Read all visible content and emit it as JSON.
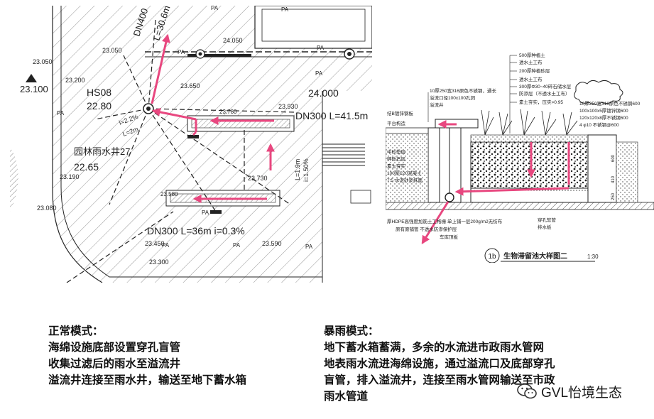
{
  "plan": {
    "labels": {
      "dn400": "DN400",
      "l306": "L=30.6m",
      "pa_top1": "PA",
      "pa_top2": "PA",
      "pa_top3": "PA",
      "pa_top4": "PA",
      "e23050a": "23.050",
      "e23050b": "23.050",
      "e23200": "23.200",
      "e23100": "23.100",
      "e24050": "24.050",
      "e24000": "24.000",
      "e23650": "23.650",
      "hs08": "HS08",
      "e2280": "22.80",
      "i22": "i=2.2%",
      "l2m": "L=2m",
      "yl": "园林雨水井27",
      "e2265": "22.65",
      "e23780": "23.780",
      "e23930": "23.930",
      "dn300a": "DN300 L=41.5m",
      "l19": "L=1.9m",
      "i150": "i=1.50%",
      "e23190": "23.190",
      "e23730": "23.730",
      "e23580": "23.580",
      "e23080": "23.080",
      "dn300b": "DN300 L=36m i=0.3%",
      "e23450": "23.450",
      "e23590": "23.590",
      "e23300": "23.300",
      "pa_bot1": "PA",
      "pa_bot2": "PA",
      "pa_bot3": "PA",
      "pa_mid1": "PA",
      "pa_mid2": "PA",
      "pa_mid3": "PA"
    }
  },
  "section": {
    "labels": {
      "l1": "500厚种植土",
      "l2": "透水土工布",
      "l3": "200厚种植砂层",
      "l4": "透水土工布",
      "l5": "300厚Φ30~40碎石储水层",
      "l6": "防渗层（不透水土工布）",
      "l7": "素土夯实，压实>0.95",
      "t1": "10厚250宽316原色不锈钢，通长",
      "t2": "溢流口径100x100孔洞",
      "t3": "溢流井",
      "r1": "10厚250宽316原色不锈钢600",
      "r2": "100x100x5厚镀锌钢600",
      "r3": "120x120x8厚不锈钢600",
      "r4": "4 φ10 不锈钢@600",
      "left1": "结B镀锌钢板",
      "left2": "平台构造",
      "left3": "中砂垫层",
      "left4": "碎砾石层",
      "left5": "素土夯实",
      "left6": "100厚C20混凝土",
      "left7": "7.5 水泥砂浆抹面",
      "b1": "厚HDPE高强度加筋土工格栅   单上铺一层200g/m2无纺布",
      "b2": "原有原铺管  不透水防渗保护层",
      "b3": "车库顶板",
      "b4": "穿孔软管",
      "b5": "排水板",
      "dim1": "600",
      "dim2": "410",
      "dim3": "250",
      "title_no": "1b",
      "title": "生物滞留池大样图二",
      "scale": "1:30"
    }
  },
  "captions": {
    "normal": {
      "title": "正常模式：",
      "lines": [
        "海绵设施底部设置穿孔盲管",
        "收集过滤后的雨水至溢流井",
        "溢流井连接至雨水井，输送至地下蓄水箱"
      ]
    },
    "storm": {
      "title": "暴雨模式：",
      "lines": [
        "地下蓄水箱蓄满，多余的水流进市政雨水管网",
        "地表雨水流进海绵设施，通过溢流口及底部穿孔",
        "盲管，排入溢流井，连接至雨水管网输送至市政",
        "雨水管道"
      ]
    }
  },
  "watermark": {
    "text": "GVL怡境生态",
    "icon": "wechat-icon"
  },
  "colors": {
    "arrow": "#e8477f",
    "line": "#222222",
    "hatch": "#777777"
  }
}
